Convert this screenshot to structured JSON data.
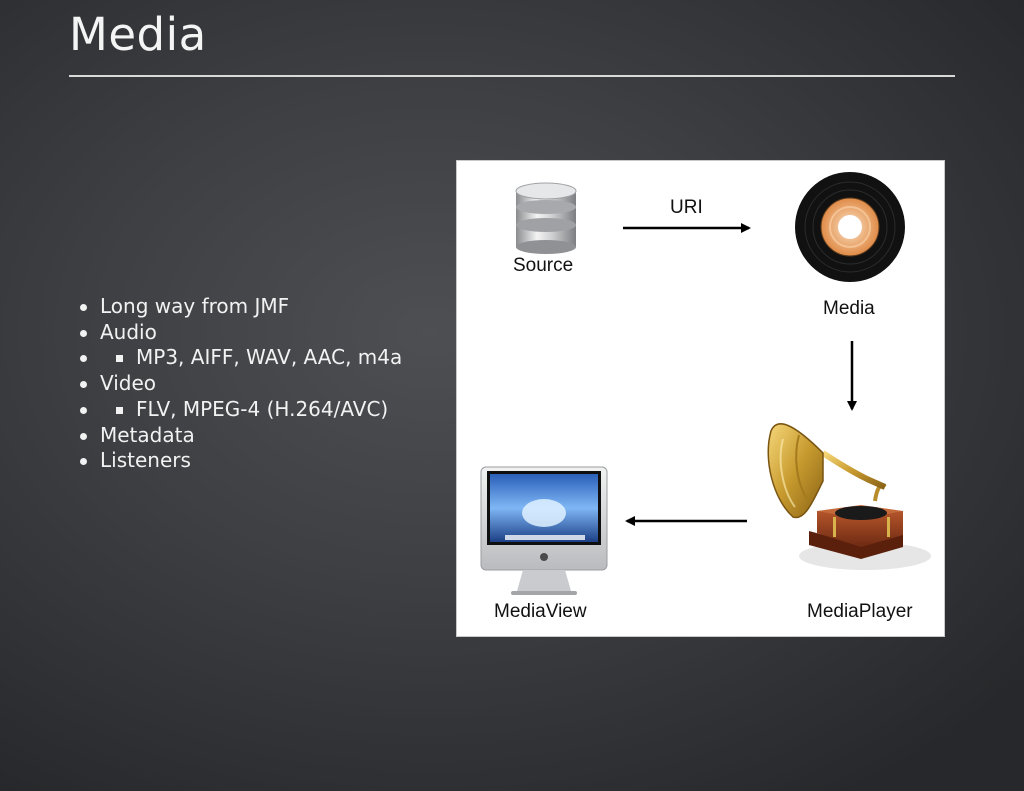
{
  "slide": {
    "title": "Media",
    "bullets": [
      {
        "text": "Long way from JMF"
      },
      {
        "text": "Audio",
        "sub": [
          "MP3, AIFF, WAV, AAC, m4a"
        ]
      },
      {
        "text": "Video",
        "sub": [
          "FLV, MPEG-4 (H.264/AVC)"
        ]
      },
      {
        "text": "Metadata"
      },
      {
        "text": "Listeners"
      }
    ]
  },
  "diagram": {
    "nodes": {
      "source": {
        "label": "Source",
        "icon": "database-icon"
      },
      "media": {
        "label": "Media",
        "icon": "vinyl-record-icon"
      },
      "media_player": {
        "label": "MediaPlayer",
        "icon": "gramophone-icon"
      },
      "media_view": {
        "label": "MediaView",
        "icon": "imac-monitor-icon"
      }
    },
    "edges": [
      {
        "from": "Source",
        "to": "Media",
        "label": "URI"
      },
      {
        "from": "Media",
        "to": "MediaPlayer",
        "label": ""
      },
      {
        "from": "MediaPlayer",
        "to": "MediaView",
        "label": ""
      }
    ]
  }
}
